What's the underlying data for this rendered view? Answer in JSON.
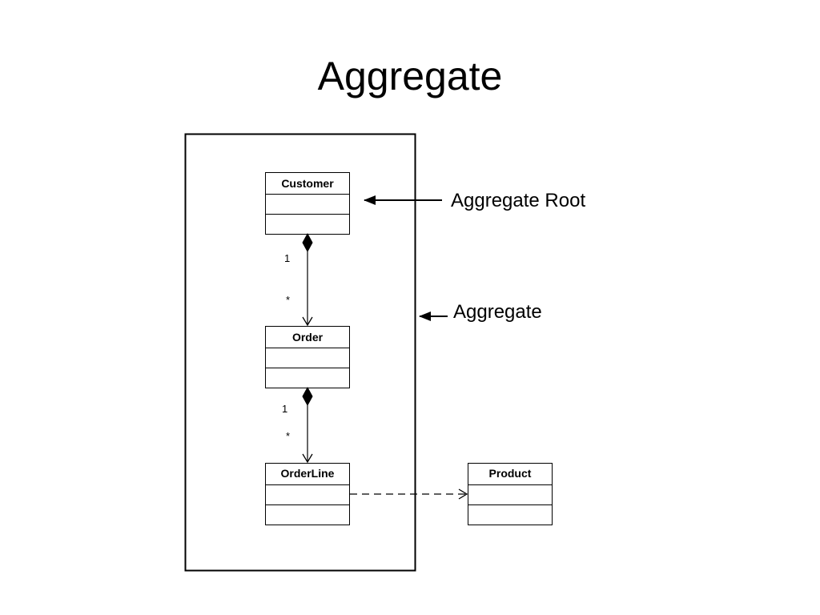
{
  "slide": {
    "title": "Aggregate"
  },
  "diagram": {
    "classes": {
      "customer": "Customer",
      "order": "Order",
      "order_line": "OrderLine",
      "product": "Product"
    },
    "multiplicities": {
      "customer_order_source": "1",
      "customer_order_target": "*",
      "order_orderline_source": "1",
      "order_orderline_target": "*"
    },
    "callouts": {
      "aggregate_root": "Aggregate Root",
      "aggregate": "Aggregate"
    }
  }
}
